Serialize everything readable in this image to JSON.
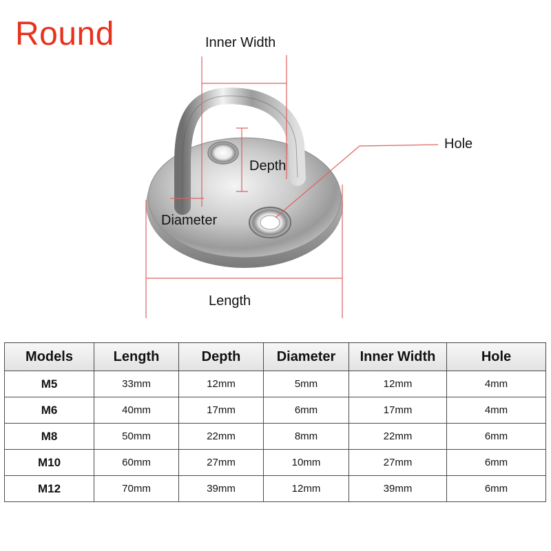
{
  "title": "Round",
  "diagram": {
    "labels": {
      "inner_width": "Inner Width",
      "depth": "Depth",
      "diameter": "Diameter",
      "hole": "Hole",
      "length": "Length"
    }
  },
  "table": {
    "headers": [
      "Models",
      "Length",
      "Depth",
      "Diameter",
      "Inner Width",
      "Hole"
    ],
    "rows": [
      [
        "M5",
        "33mm",
        "12mm",
        "5mm",
        "12mm",
        "4mm"
      ],
      [
        "M6",
        "40mm",
        "17mm",
        "6mm",
        "17mm",
        "4mm"
      ],
      [
        "M8",
        "50mm",
        "22mm",
        "8mm",
        "22mm",
        "6mm"
      ],
      [
        "M10",
        "60mm",
        "27mm",
        "10mm",
        "27mm",
        "6mm"
      ],
      [
        "M12",
        "70mm",
        "39mm",
        "12mm",
        "39mm",
        "6mm"
      ]
    ]
  },
  "colors": {
    "title": "#e8321e",
    "dimension_lines": "#e06060"
  }
}
